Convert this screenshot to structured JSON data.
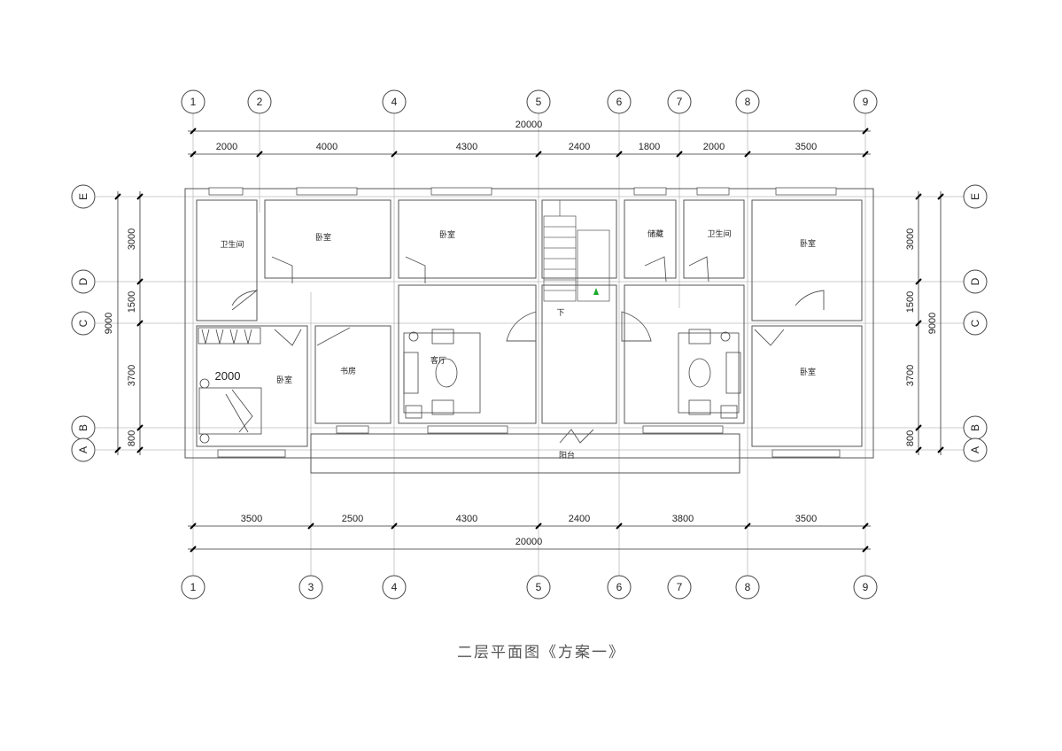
{
  "title": "二层平面图《方案一》",
  "dims_top_total": "20000",
  "dims_top": [
    "2000",
    "4000",
    "4300",
    "2400",
    "1800",
    "2000",
    "3500"
  ],
  "dims_bottom": [
    "3500",
    "2500",
    "4300",
    "2400",
    "3800",
    "3500"
  ],
  "dims_bottom_total": "20000",
  "dims_left": [
    "3000",
    "1500",
    "3700",
    "800"
  ],
  "dims_left_total": "9000",
  "dims_right": [
    "3000",
    "1500",
    "3700",
    "800"
  ],
  "dims_right_total": "9000",
  "axes_top": [
    "1",
    "2",
    "4",
    "5",
    "6",
    "7",
    "8",
    "9"
  ],
  "axes_bottom": [
    "1",
    "3",
    "4",
    "5",
    "6",
    "7",
    "8",
    "9"
  ],
  "axes_side": [
    "E",
    "D",
    "C",
    "B",
    "A"
  ],
  "bed_dim": "2000",
  "rooms": {
    "bath_left": "卫生间",
    "bed1": "卧室",
    "bed2": "卧室",
    "storage": "储藏",
    "bath_right": "卫生间",
    "bed3": "卧室",
    "bed_sw": "卧室",
    "study": "书房",
    "living": "客厅",
    "down": "下",
    "bed_se": "卧室",
    "balcony": "阳台"
  }
}
